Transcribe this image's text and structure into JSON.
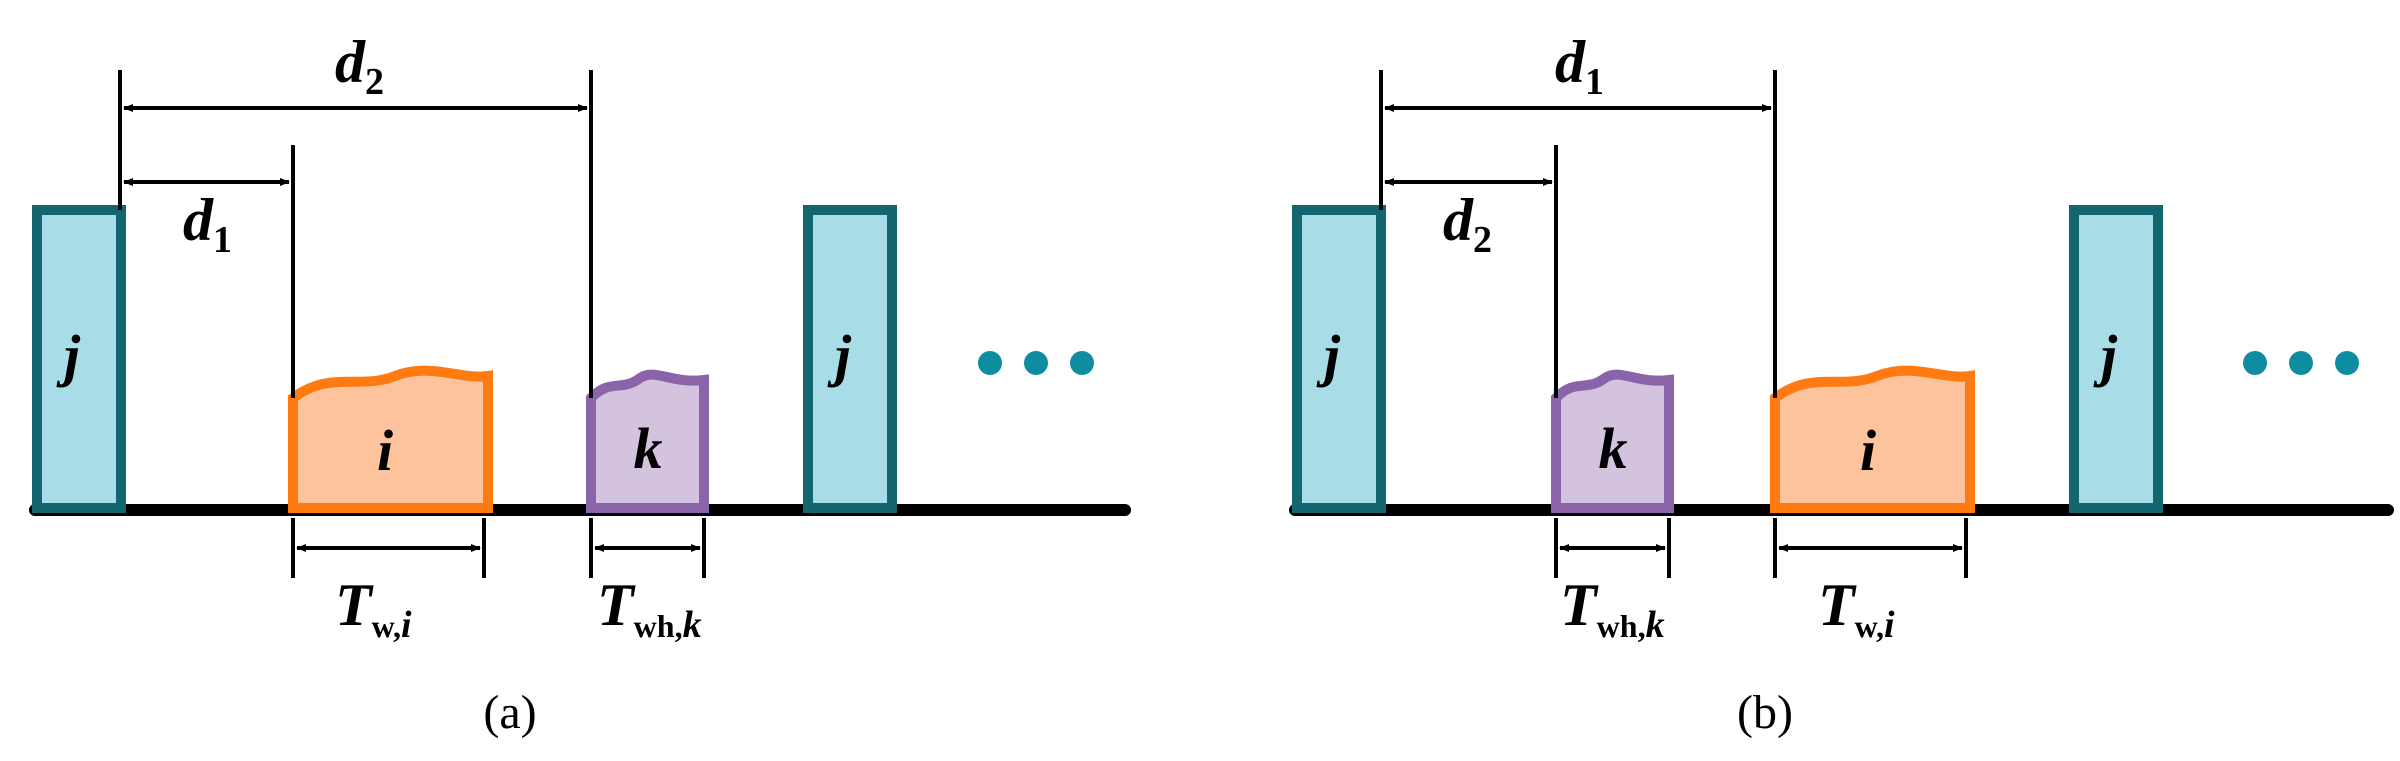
{
  "panels": [
    {
      "caption": "(a)",
      "packets": [
        {
          "label": "j"
        },
        {
          "label": "i"
        },
        {
          "label": "k"
        },
        {
          "label": "j"
        }
      ],
      "intervals": [
        {
          "label": "d",
          "sub": "2"
        },
        {
          "label": "d",
          "sub": "1"
        }
      ],
      "durations": [
        {
          "label": "T",
          "sub": "w,",
          "subi": "i"
        },
        {
          "label": "T",
          "sub": "wh,",
          "subi": "k"
        }
      ],
      "ellipsis": "• • •"
    },
    {
      "caption": "(b)",
      "packets": [
        {
          "label": "j"
        },
        {
          "label": "k"
        },
        {
          "label": "i"
        },
        {
          "label": "j"
        }
      ],
      "intervals": [
        {
          "label": "d",
          "sub": "1"
        },
        {
          "label": "d",
          "sub": "2"
        }
      ],
      "durations": [
        {
          "label": "T",
          "sub": "wh,",
          "subi": "k"
        },
        {
          "label": "T",
          "sub": "w,",
          "subi": "i"
        }
      ],
      "ellipsis": "• • •"
    }
  ],
  "colors": {
    "packet_j_fill": "#a8dde8",
    "packet_j_stroke": "#13656f",
    "packet_i_fill": "#fcc39c",
    "packet_i_stroke": "#ff7a10",
    "packet_k_fill": "#d4c3df",
    "packet_k_stroke": "#8b63a8",
    "dot_color": "#0f8da0"
  }
}
